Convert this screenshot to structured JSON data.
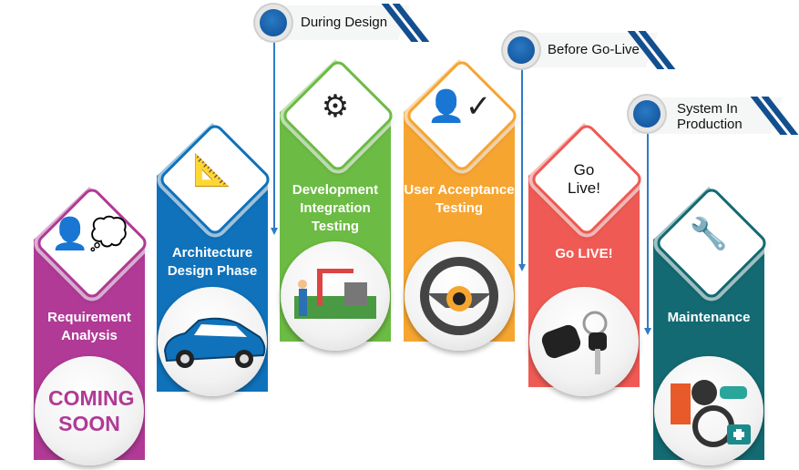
{
  "milestones": [
    {
      "label": "During Design"
    },
    {
      "label": "Before Go-Live"
    },
    {
      "label": "System In Production"
    }
  ],
  "phases": [
    {
      "label": "Requirement Analysis",
      "icon": "person-thought-icon",
      "color": "#b03a96",
      "badge": "COMING SOON"
    },
    {
      "label": "Architecture Design Phase",
      "icon": "drafting-tools-icon",
      "color": "#0f72bb"
    },
    {
      "label": "Development Integration Testing",
      "icon": "code-gear-icon",
      "color": "#6cbb44"
    },
    {
      "label": "User Acceptance Testing",
      "icon": "user-check-icon",
      "color": "#f6a531"
    },
    {
      "label": "Go LIVE!",
      "icon_text": "Go Live!",
      "color": "#ef5a54"
    },
    {
      "label": "Maintenance",
      "icon": "wrench-gear-icon",
      "color": "#136a72"
    }
  ]
}
